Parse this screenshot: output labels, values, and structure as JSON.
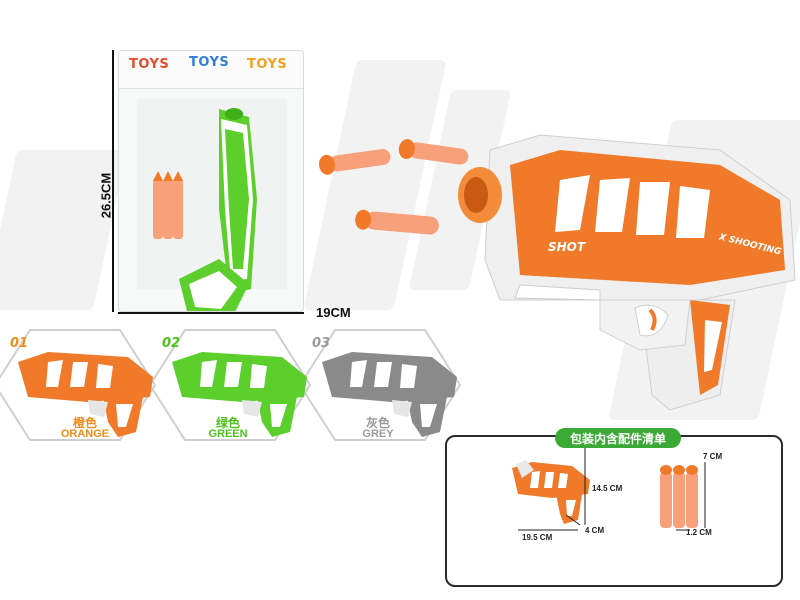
{
  "package": {
    "logo_text": "TOYS",
    "height_label": "26.5CM",
    "width_label": "19CM"
  },
  "main_gun": {
    "body_text_1": "SHOT",
    "body_text_2": "X SHOOTING"
  },
  "variants": [
    {
      "num": "01",
      "name_cn": "橙色",
      "name_en": "ORANGE",
      "color": "#f07a2a",
      "text_color": "#f18b1a"
    },
    {
      "num": "02",
      "name_cn": "绿色",
      "name_en": "GREEN",
      "color": "#5ccf2c",
      "text_color": "#4cc21e"
    },
    {
      "num": "03",
      "name_cn": "灰色",
      "name_en": "GREY",
      "color": "#8a8a8a",
      "text_color": "#9a9a9a"
    }
  ],
  "accessories": {
    "title": "包装内含配件清单",
    "gun_height": "14.5 CM",
    "gun_length": "19.5 CM",
    "gun_width": "4 CM",
    "dart_length": "7 CM",
    "dart_diameter": "1.2 CM"
  },
  "colors": {
    "orange": "#f07a2a",
    "green": "#5ccf2c",
    "dart": "#f8a07a",
    "grey": "#8a8a8a"
  }
}
